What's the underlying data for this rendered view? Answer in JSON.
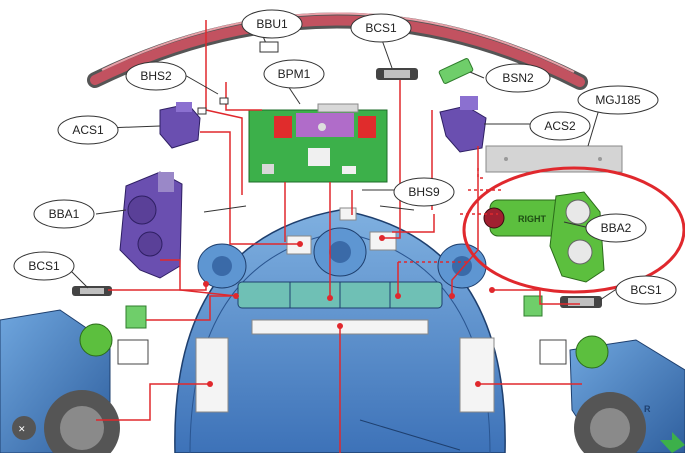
{
  "diagram": {
    "labels": {
      "bbu1": "BBU1",
      "bcs1_top": "BCS1",
      "bhs2": "BHS2",
      "bpm1": "BPM1",
      "bsn2": "BSN2",
      "mgj185": "MGJ185",
      "acs1": "ACS1",
      "acs2": "ACS2",
      "bhs9": "BHS9",
      "bba1": "BBA1",
      "bba2": "BBA2",
      "bcs1_left": "BCS1",
      "bcs1_right": "BCS1"
    },
    "part_text": {
      "motor_right": "RIGHT",
      "wheel_r": "R"
    },
    "colors": {
      "leader_line": "#e0282d",
      "highlight_ellipse": "#e0282d",
      "robot_body": "#4f86c6",
      "pcb": "#3cb04a",
      "bumper": "#c0505a",
      "gearbox": "#6a4fb0",
      "motor": "#5cbf3e"
    }
  }
}
